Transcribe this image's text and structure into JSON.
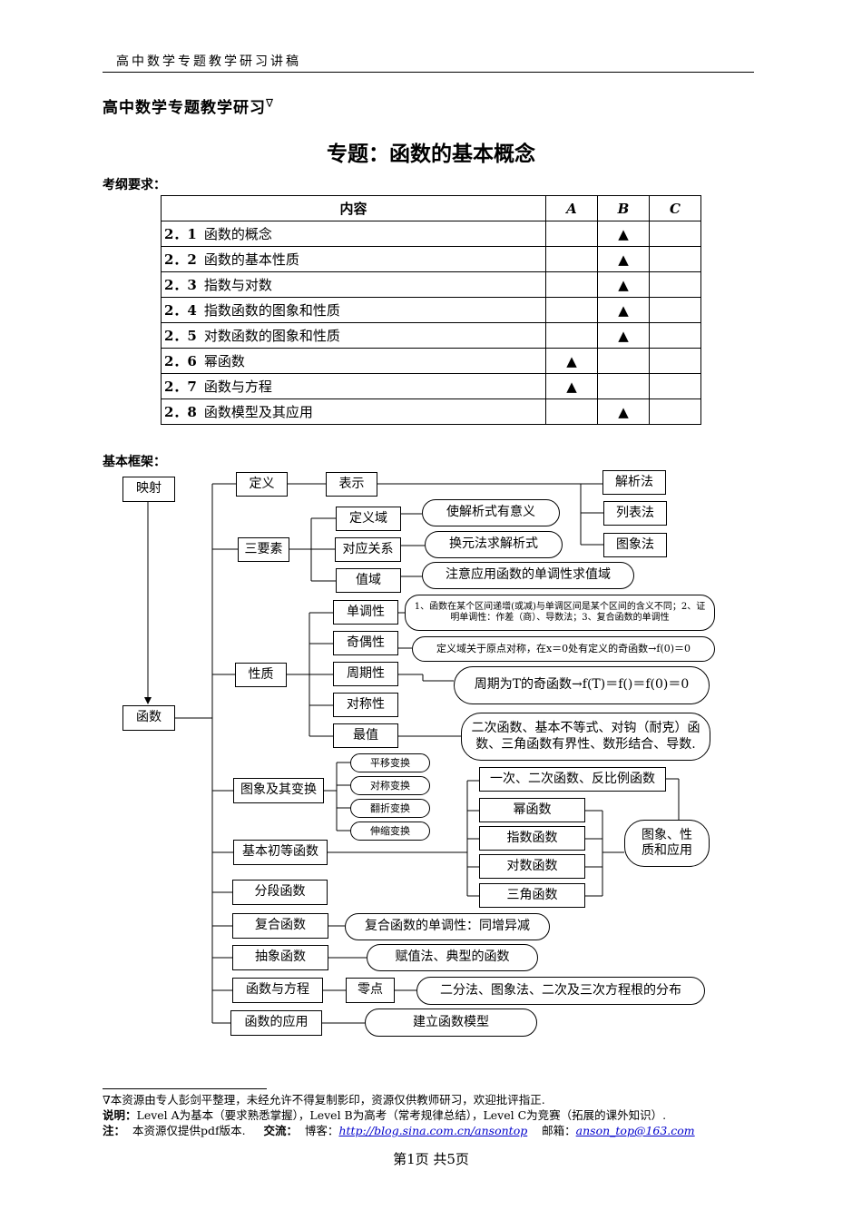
{
  "header": {
    "running_title": "高中数学专题教学研习讲稿"
  },
  "doc": {
    "title": "高中数学专题教学研习",
    "title_mark": "∇",
    "topic": "专题：函数的基本概念"
  },
  "requirements": {
    "heading": "考纲要求：",
    "columns": [
      "内容",
      "A",
      "B",
      "C"
    ],
    "rows": [
      {
        "num": "2．1",
        "text": "函数的概念",
        "A": "",
        "B": "▲",
        "C": ""
      },
      {
        "num": "2．2",
        "text": "函数的基本性质",
        "A": "",
        "B": "▲",
        "C": ""
      },
      {
        "num": "2．3",
        "text": "指数与对数",
        "A": "",
        "B": "▲",
        "C": ""
      },
      {
        "num": "2．4",
        "text": "指数函数的图象和性质",
        "A": "",
        "B": "▲",
        "C": ""
      },
      {
        "num": "2．5",
        "text": "对数函数的图象和性质",
        "A": "",
        "B": "▲",
        "C": ""
      },
      {
        "num": "2．6",
        "text": "幂函数",
        "A": "▲",
        "B": "",
        "C": ""
      },
      {
        "num": "2．7",
        "text": "函数与方程",
        "A": "▲",
        "B": "",
        "C": ""
      },
      {
        "num": "2．8",
        "text": "函数模型及其应用",
        "A": "",
        "B": "▲",
        "C": ""
      }
    ]
  },
  "framework": {
    "heading": "基本框架：",
    "mapping": "映射",
    "function": "函数",
    "definition": "定义",
    "representation": "表示",
    "rep_methods": [
      "解析法",
      "列表法",
      "图象法"
    ],
    "three_elements": "三要素",
    "elements": [
      "定义域",
      "对应关系",
      "值域"
    ],
    "element_notes": [
      "使解析式有意义",
      "换元法求解析式",
      "注意应用函数的单调性求值域"
    ],
    "properties": "性质",
    "property_items": [
      "单调性",
      "奇偶性",
      "周期性",
      "对称性",
      "最值"
    ],
    "property_notes": {
      "monotonic": "1、函数在某个区间递增(或减)与单调区间是某个区间的含义不同；2、证明单调性：作差（商）、导数法；3、复合函数的单调性",
      "parity": "定义域关于原点对称，在x＝0处有定义的奇函数→f(0)＝0",
      "period": "周期为T的奇函数→f(T)＝f()＝f(0)＝0",
      "extremum": "二次函数、基本不等式、对钩（耐克）函数、三角函数有界性、数形结合、导数."
    },
    "graph_transform": "图象及其变换",
    "transforms": [
      "平移变换",
      "对称变换",
      "翻折变换",
      "伸缩变换"
    ],
    "elementary": "基本初等函数",
    "elementary_items": [
      "一次、二次函数、反比例函数",
      "幂函数",
      "指数函数",
      "对数函数",
      "三角函数"
    ],
    "elementary_note": "图象、性质和应用",
    "piecewise": "分段函数",
    "composite": "复合函数",
    "composite_note": "复合函数的单调性：同增异减",
    "abstract": "抽象函数",
    "abstract_note": "赋值法、典型的函数",
    "equation": "函数与方程",
    "zero": "零点",
    "zero_note": "二分法、图象法、二次及三次方程根的分布",
    "application": "函数的应用",
    "application_note": "建立函数模型"
  },
  "footnotes": {
    "source": "∇本资源由专人彭剑平整理，未经允许不得复制影印，资源仅供教师研习，欢迎批评指正.",
    "legend_label": "说明：",
    "legend": "Level A为基本（要求熟悉掌握），Level B为高考（常考规律总结），Level C为竞赛（拓展的课外知识）.",
    "note_label": "注：",
    "note": "本资源仅提供pdf版本.",
    "contact_label": "交流：",
    "blog_label": "博客：",
    "blog": "http://blog.sina.com.cn/ansontop",
    "mail_label": "邮箱：",
    "mail": "anson_top@163.com"
  },
  "footer": {
    "page": "第1页 共5页"
  }
}
